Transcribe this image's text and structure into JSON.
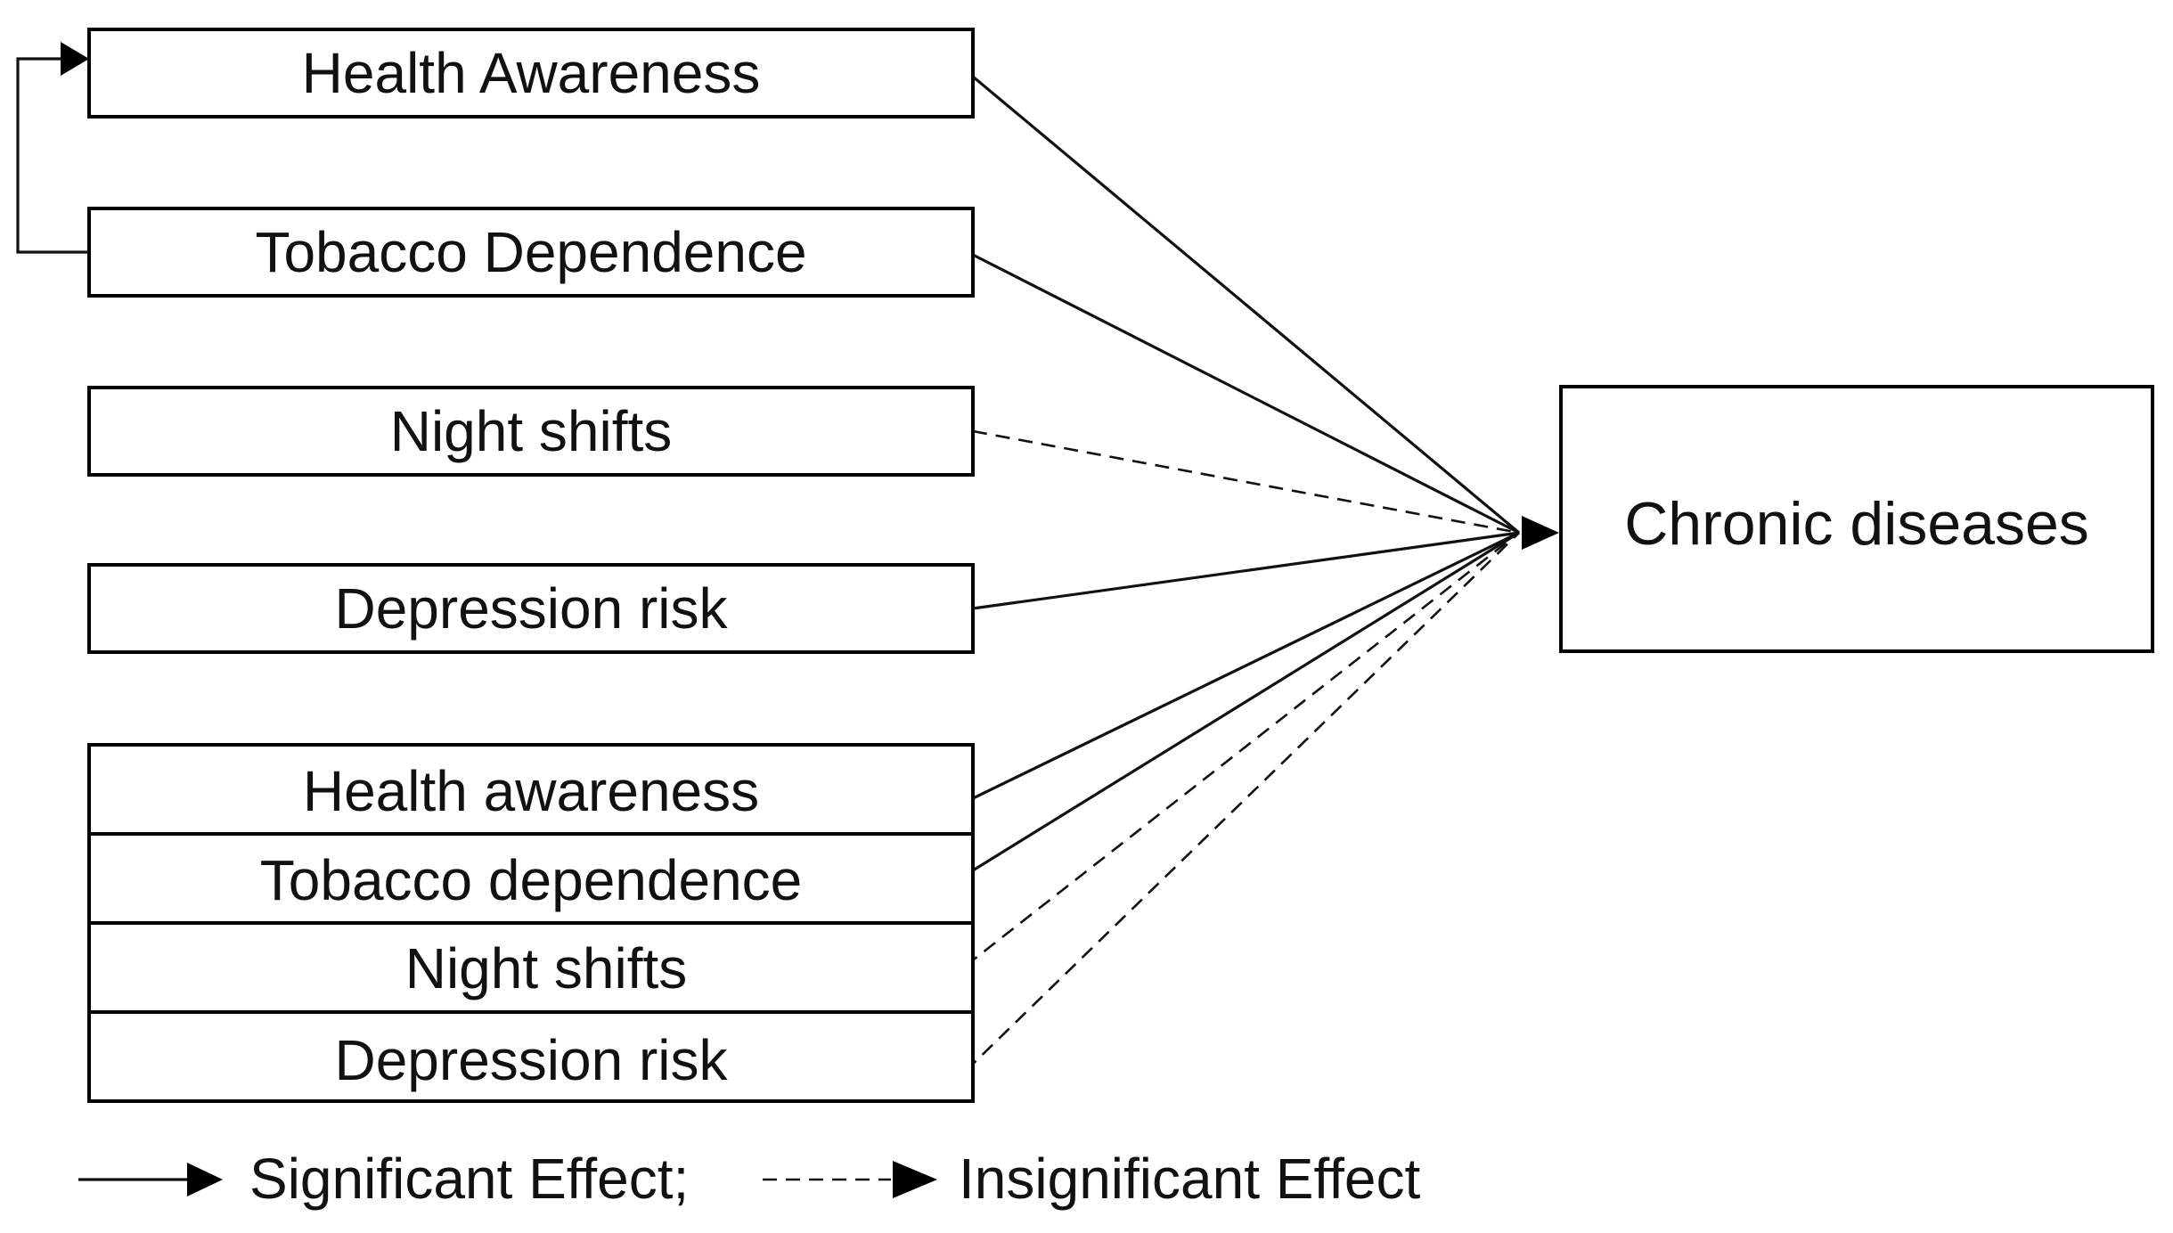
{
  "predictors": [
    {
      "label": "Health Awareness",
      "effect": "significant"
    },
    {
      "label": "Tobacco Dependence",
      "effect": "significant"
    },
    {
      "label": "Night shifts",
      "effect": "insignificant"
    },
    {
      "label": "Depression risk",
      "effect": "significant"
    }
  ],
  "stacked_predictors": [
    {
      "label": "Health awareness",
      "effect": "significant"
    },
    {
      "label": "Tobacco dependence",
      "effect": "significant"
    },
    {
      "label": "Night shifts",
      "effect": "insignificant"
    },
    {
      "label": "Depression risk",
      "effect": "insignificant"
    }
  ],
  "target": {
    "label": "Chronic diseases"
  },
  "feedback": {
    "from": "Tobacco Dependence",
    "to": "Health Awareness"
  },
  "legend": {
    "significant": "Significant Effect;",
    "insignificant": "Insignificant Effect"
  },
  "colors": {
    "line": "#000000",
    "background": "#ffffff"
  }
}
